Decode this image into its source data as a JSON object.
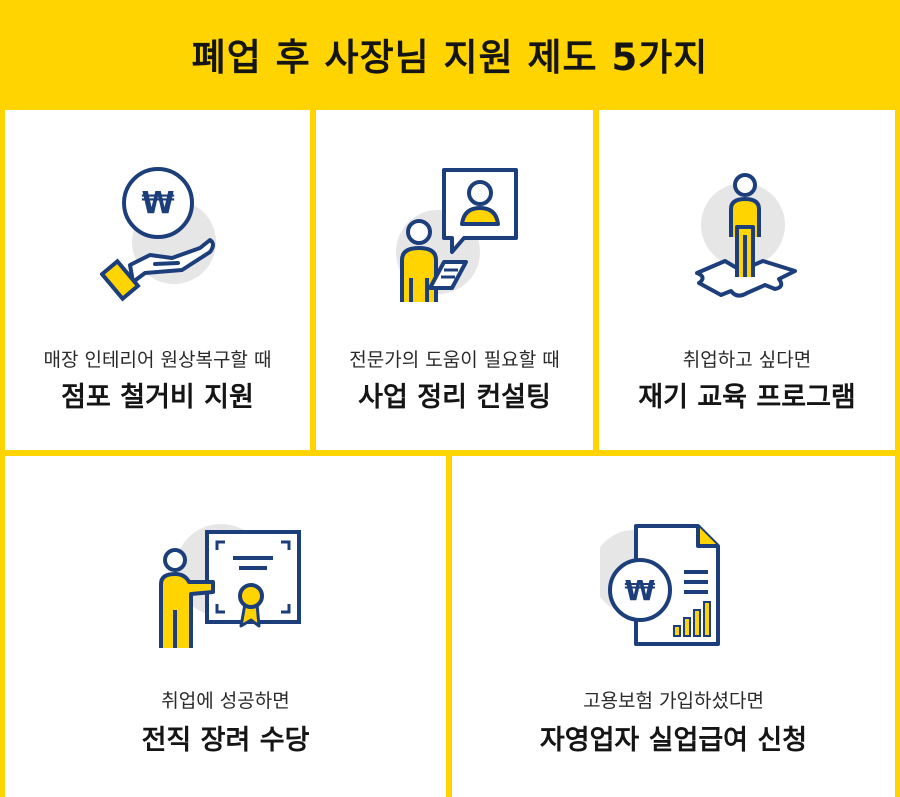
{
  "title": "폐업 후 사장님 지원 제도 5가지",
  "colors": {
    "accent": "#FFD400",
    "navy": "#1C3F7C",
    "circle": "#E6E6E6",
    "text": "#151515"
  },
  "cards": [
    {
      "subtitle": "매장 인테리어 원상복구할 때",
      "title": "점포 철거비 지원",
      "icon": "hand-coin-icon"
    },
    {
      "subtitle": "전문가의 도움이 필요할 때",
      "title": "사업 정리 컨설팅",
      "icon": "consultant-icon"
    },
    {
      "subtitle": "취업하고 싶다면",
      "title": "재기 교육 프로그램",
      "icon": "person-puzzle-icon"
    },
    {
      "subtitle": "취업에 성공하면",
      "title": "전직 장려 수당",
      "icon": "certificate-presenter-icon"
    },
    {
      "subtitle": "고용보험 가입하셨다면",
      "title": "자영업자 실업급여 신청",
      "icon": "document-coin-icon"
    }
  ],
  "glyphs": {
    "won": "₩"
  }
}
